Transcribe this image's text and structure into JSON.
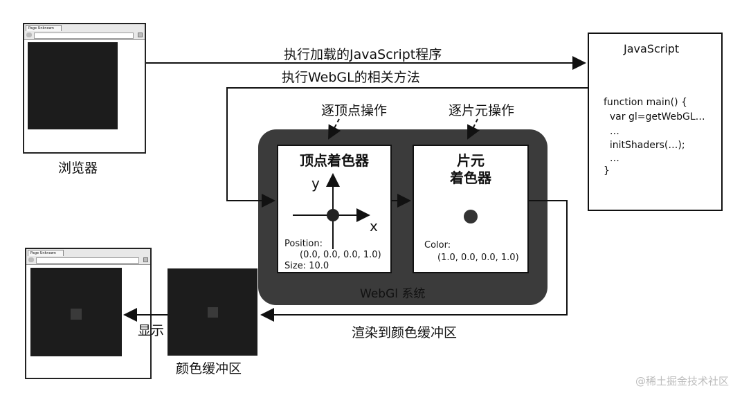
{
  "browser_top": {
    "tab_title": "Page Unknown"
  },
  "browser_bottom": {
    "tab_title": "Page Unknown"
  },
  "labels": {
    "browser": "浏览器",
    "load_js": "执行加载的JavaScript程序",
    "webgl_methods": "执行WebGL的相关方法",
    "per_vertex": "逐顶点操作",
    "per_fragment": "逐片元操作",
    "render_to_buffer": "渲染到颜色缓冲区",
    "color_buffer": "颜色缓冲区",
    "display": "显示",
    "webgl_system": "WebGl 系统"
  },
  "vertex_shader": {
    "title": "顶点着色器",
    "axis_y": "y",
    "axis_x": "x",
    "position_label": "Position:",
    "position_value": "(0.0, 0.0, 0.0, 1.0)",
    "size": "Size: 10.0"
  },
  "fragment_shader": {
    "title": "片元\n着色器",
    "color_label": "Color:",
    "color_value": "(1.0, 0.0, 0.0, 1.0)"
  },
  "javascript": {
    "title": "JavaScript",
    "code": [
      "function main() {",
      "  var gl=getWebGL…",
      "  …",
      "  initShaders(…);",
      "  …",
      "}"
    ]
  },
  "watermark": "@稀土掘金技术社区",
  "colors": {
    "webgl_bg": "#3b3b3b",
    "canvas": "#1c1c1c",
    "point": "#333333"
  }
}
